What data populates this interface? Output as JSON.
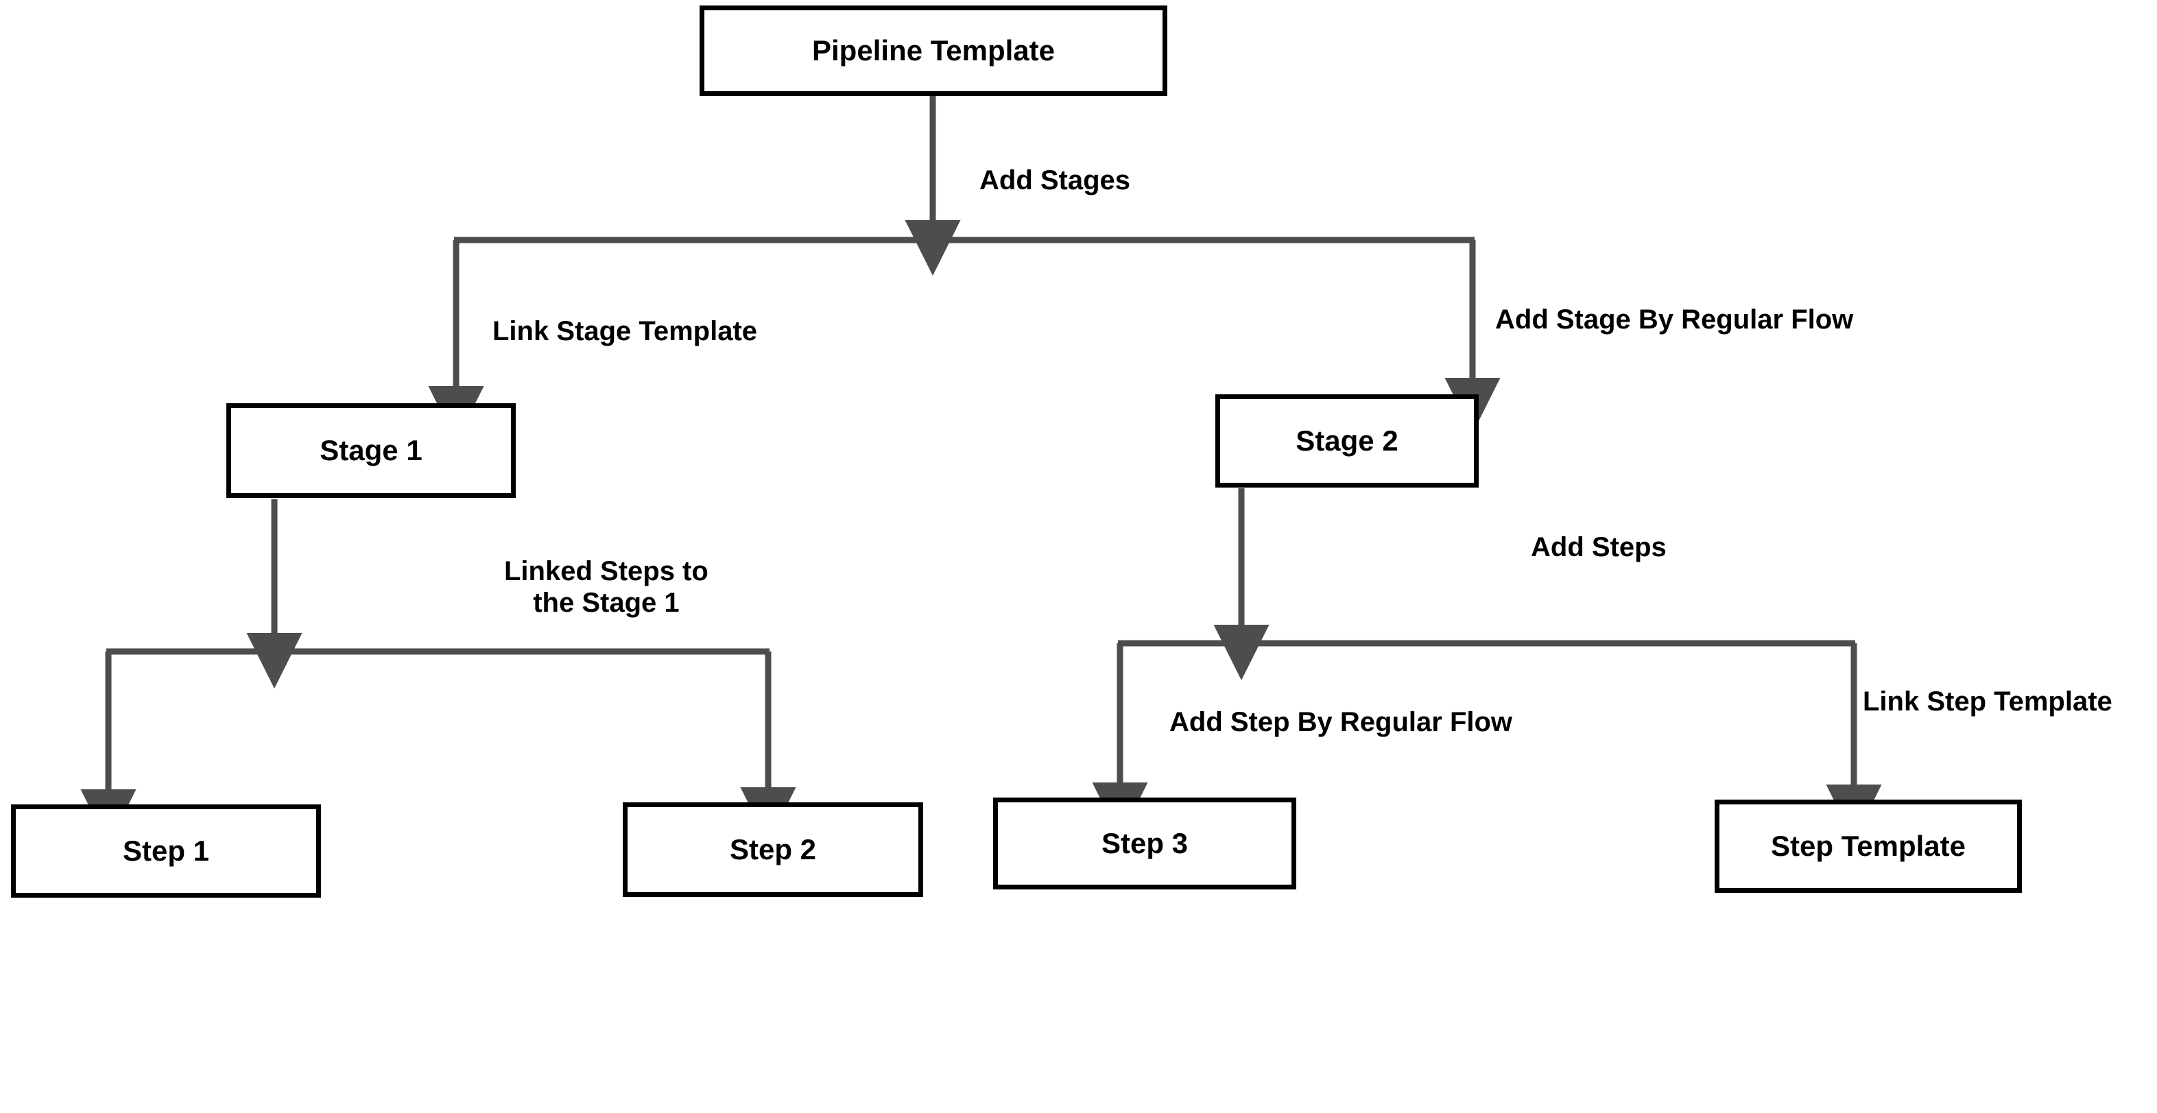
{
  "diagram": {
    "type": "flowchart",
    "title": "Pipeline Template Composition Flow",
    "background_color": "#ffffff",
    "node_border_color": "#000000",
    "node_fill_color": "#ffffff",
    "connector_color": "#4d4d4d",
    "text_color": "#000000",
    "nodes": [
      {
        "id": "pipeline-template",
        "label": "Pipeline Template"
      },
      {
        "id": "stage-1",
        "label": "Stage 1"
      },
      {
        "id": "stage-2",
        "label": "Stage 2"
      },
      {
        "id": "step-1",
        "label": "Step 1"
      },
      {
        "id": "step-2",
        "label": "Step 2"
      },
      {
        "id": "step-3",
        "label": "Step 3"
      },
      {
        "id": "step-template",
        "label": "Step Template"
      }
    ],
    "edge_labels": [
      {
        "id": "add-stages",
        "text": "Add Stages"
      },
      {
        "id": "link-stage-template",
        "text": "Link Stage Template"
      },
      {
        "id": "add-stage-by-regular-flow",
        "text": "Add Stage By Regular Flow"
      },
      {
        "id": "linked-steps-to-the-stage-1",
        "text": "Linked Steps to\nthe Stage 1"
      },
      {
        "id": "add-steps",
        "text": "Add Steps"
      },
      {
        "id": "add-step-by-regular-flow",
        "text": "Add Step By Regular Flow"
      },
      {
        "id": "link-step-template",
        "text": "Link Step Template"
      }
    ],
    "edges": [
      {
        "from": "pipeline-template",
        "to": "stage-1",
        "label": "Link Stage Template"
      },
      {
        "from": "pipeline-template",
        "to": "stage-2",
        "label": "Add Stage By Regular Flow"
      },
      {
        "from": "pipeline-template",
        "to": "split-stages",
        "label": "Add Stages"
      },
      {
        "from": "stage-1",
        "to": "step-1",
        "label": "Linked Steps to the Stage 1"
      },
      {
        "from": "stage-1",
        "to": "step-2",
        "label": "Linked Steps to the Stage 1"
      },
      {
        "from": "stage-2",
        "to": "step-3",
        "label": "Add Step By Regular Flow"
      },
      {
        "from": "stage-2",
        "to": "step-template",
        "label": "Link Step Template"
      }
    ]
  }
}
